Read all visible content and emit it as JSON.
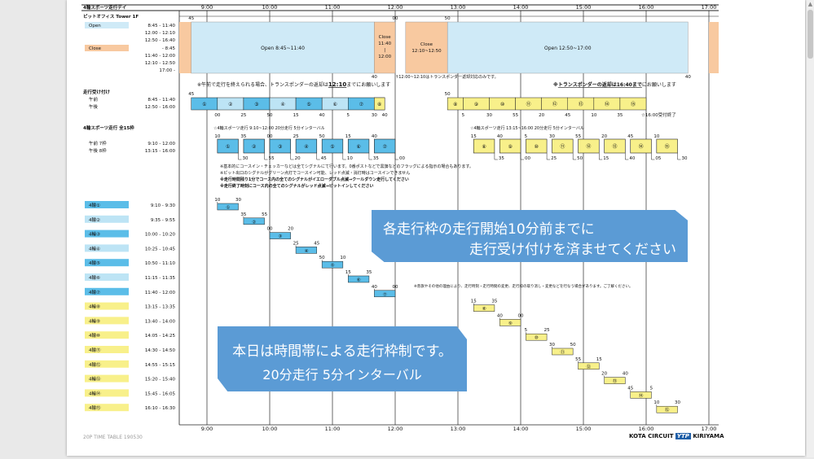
{
  "title": "4輪スポーツ走行デイ",
  "subtitle": "ピットオフィス Tower 1F",
  "hours": [
    "9:00",
    "10:00",
    "11:00",
    "12:00",
    "13:00",
    "14:00",
    "15:00",
    "16:00",
    "17:00"
  ],
  "office": {
    "open_label": "Open",
    "open_times": [
      "8:45 - 11:40",
      "12:00 - 12:10",
      "12:50 - 16:40"
    ],
    "close_label": "Close",
    "close_times": [
      "- 8:45",
      "11:40 - 12:00",
      "12:10 - 12:50",
      "17:00 -"
    ],
    "bar_open1": "Open 8:45~11:40",
    "bar_close1": [
      "Close",
      "11:40",
      "|",
      "12:00"
    ],
    "bar_close2": [
      "Close",
      "12:10~12:50"
    ],
    "bar_open2": "Open 12:50~17:00",
    "mins_top": [
      "45",
      "00",
      "50"
    ],
    "mins_bottom": [
      "40",
      "40"
    ],
    "note_transponder": "↑12:00~12:10はトランスポンダー返却対応のみです。"
  },
  "reception": {
    "title": "走行受け付け",
    "am_label": "午前",
    "pm_label": "午後",
    "am_time": "8:45 - 11:40",
    "pm_time": "12:50 - 16:00",
    "note_left_a": "※午前で走行を終えられる場合、トランスポンダーの返却は",
    "note_left_b": "12:10",
    "note_left_c": "までにお願いします",
    "note_right_a": "※",
    "note_right_b": "トランスポンダーの返却は16:40まで",
    "note_right_c": "にお願いします",
    "am_mins_top": "45",
    "pm_mins_top": "50",
    "am_slots": [
      "①",
      "②",
      "③",
      "④",
      "⑤",
      "⑥",
      "⑦",
      "⑧"
    ],
    "am_mins": [
      "00",
      "25",
      "50",
      "15",
      "40",
      "5",
      "30",
      "40"
    ],
    "pm_slots": [
      "⑧",
      "⑨",
      "⑩",
      "⑪",
      "⑫",
      "⑬",
      "⑭",
      "⑮"
    ],
    "pm_mins": [
      "5",
      "30",
      "55",
      "20",
      "45",
      "10",
      "35"
    ],
    "end_note": "☆16:00受付終了"
  },
  "session": {
    "title": "4輪スポーツ走行 全15枠",
    "am_label": "午前 7枠",
    "pm_label": "午後 8枠",
    "am_time": "9:10 - 12:00",
    "pm_time": "13:15 - 16:00",
    "am_desc": "☆4輪スポーツ走行 9:10~12:00 20分走行 5分インターバル",
    "pm_desc": "☆4輪スポーツ走行 13:15~16:00 20分走行 5分インターバル",
    "am_slots": [
      "①",
      "②",
      "③",
      "④",
      "⑤",
      "⑥",
      "⑦"
    ],
    "pm_slots": [
      "⑧",
      "⑨",
      "⑩",
      "⑪",
      "⑫",
      "⑬",
      "⑭",
      "⑮"
    ],
    "am_mins_top": [
      "10",
      "35",
      "00",
      "25",
      "50",
      "15",
      "40"
    ],
    "am_mins_bottom": [
      "30",
      "55",
      "20",
      "45",
      "10",
      "35",
      "00"
    ],
    "pm_mins_top": [
      "15",
      "40",
      "5",
      "30",
      "55",
      "20",
      "45",
      "10"
    ],
    "pm_mins_bottom": [
      "35",
      "00",
      "25",
      "50",
      "15",
      "40",
      "05",
      "30"
    ]
  },
  "notes": [
    "※基本的にコースイン・チェッカーなどは全てシグナルにて行います。0番ポストなどで黒旗などのフラッグによる指示の場合もあります。",
    "※ピット出口のシグナルがグリーン点灯でコースイン可能、レッド点滅・消灯時はコースインできません",
    "※走行時間残り1分でコース内の全てのシグナルがイエローダブル点滅→クールダウン走行してください",
    "※走行終了時刻にコース内の全てのシグナルがレッド点滅→ピットインしてください"
  ],
  "slots": [
    {
      "label": "4輪①",
      "time": "9:10 - 9:30",
      "start": "10",
      "end": "30",
      "mark": "①",
      "period": "am",
      "start_min": 550,
      "end_min": 570
    },
    {
      "label": "4輪②",
      "time": "9:35 - 9:55",
      "start": "35",
      "end": "55",
      "mark": "②",
      "period": "am",
      "start_min": 575,
      "end_min": 595
    },
    {
      "label": "4輪③",
      "time": "10:00 - 10:20",
      "start": "00",
      "end": "20",
      "mark": "③",
      "period": "am",
      "start_min": 600,
      "end_min": 620
    },
    {
      "label": "4輪④",
      "time": "10:25 - 10:45",
      "start": "25",
      "end": "45",
      "mark": "④",
      "period": "am",
      "start_min": 625,
      "end_min": 645
    },
    {
      "label": "4輪⑤",
      "time": "10:50 - 11:10",
      "start": "50",
      "end": "10",
      "mark": "⑤",
      "period": "am",
      "start_min": 650,
      "end_min": 670
    },
    {
      "label": "4輪⑥",
      "time": "11:15 - 11:35",
      "start": "15",
      "end": "35",
      "mark": "⑥",
      "period": "am",
      "start_min": 675,
      "end_min": 695
    },
    {
      "label": "4輪⑦",
      "time": "11:40 - 12:00",
      "start": "40",
      "end": "00",
      "mark": "⑦",
      "period": "am",
      "start_min": 700,
      "end_min": 720
    },
    {
      "label": "4輪⑧",
      "time": "13:15 - 13:35",
      "start": "15",
      "end": "35",
      "mark": "⑧",
      "period": "pm",
      "start_min": 795,
      "end_min": 815
    },
    {
      "label": "4輪⑨",
      "time": "13:40 - 14:00",
      "start": "40",
      "end": "00",
      "mark": "⑨",
      "period": "pm",
      "start_min": 820,
      "end_min": 840
    },
    {
      "label": "4輪⑩",
      "time": "14:05 - 14:25",
      "start": "5",
      "end": "25",
      "mark": "⑩",
      "period": "pm",
      "start_min": 845,
      "end_min": 865
    },
    {
      "label": "4輪⑪",
      "time": "14:30 - 14:50",
      "start": "30",
      "end": "50",
      "mark": "⑪",
      "period": "pm",
      "start_min": 870,
      "end_min": 890
    },
    {
      "label": "4輪⑫",
      "time": "14:55 - 15:15",
      "start": "55",
      "end": "15",
      "mark": "⑫",
      "period": "pm",
      "start_min": 895,
      "end_min": 915
    },
    {
      "label": "4輪⑬",
      "time": "15:20 - 15:40",
      "start": "20",
      "end": "40",
      "mark": "⑬",
      "period": "pm",
      "start_min": 920,
      "end_min": 940
    },
    {
      "label": "4輪⑭",
      "time": "15:45 - 16:05",
      "start": "45",
      "end": "5",
      "mark": "⑭",
      "period": "pm",
      "start_min": 945,
      "end_min": 965
    },
    {
      "label": "4輪⑮",
      "time": "16:10 - 16:30",
      "start": "10",
      "end": "30",
      "mark": "⑮",
      "period": "pm",
      "start_min": 970,
      "end_min": 990
    }
  ],
  "red_flag_note": "※赤旗やその他の理由により、走行時刻・走行時間の変更、走行枠の取り消し・変更などを行なう場合があります。ご了解ください。",
  "callout1": {
    "line1": "各走行枠の走行開始10分前までに",
    "line2": "走行受け付けを済ませてください"
  },
  "callout2": {
    "line1": "本日は時間帯による走行枠制です。",
    "line2": "20分走行 5分インターバル"
  },
  "footer_left": "20P TIME TABLE 190530",
  "footer_logo_a": "KOTA CIRCUIT",
  "footer_logo_b": "YTP",
  "footer_logo_c": "KIRIYAMA",
  "colors": {
    "open": "#cfeaf7",
    "close": "#f8c9a0",
    "am": "#5bbde8",
    "am_light": "#bde4f5",
    "pm": "#f8f08a",
    "grid": "#444444"
  }
}
